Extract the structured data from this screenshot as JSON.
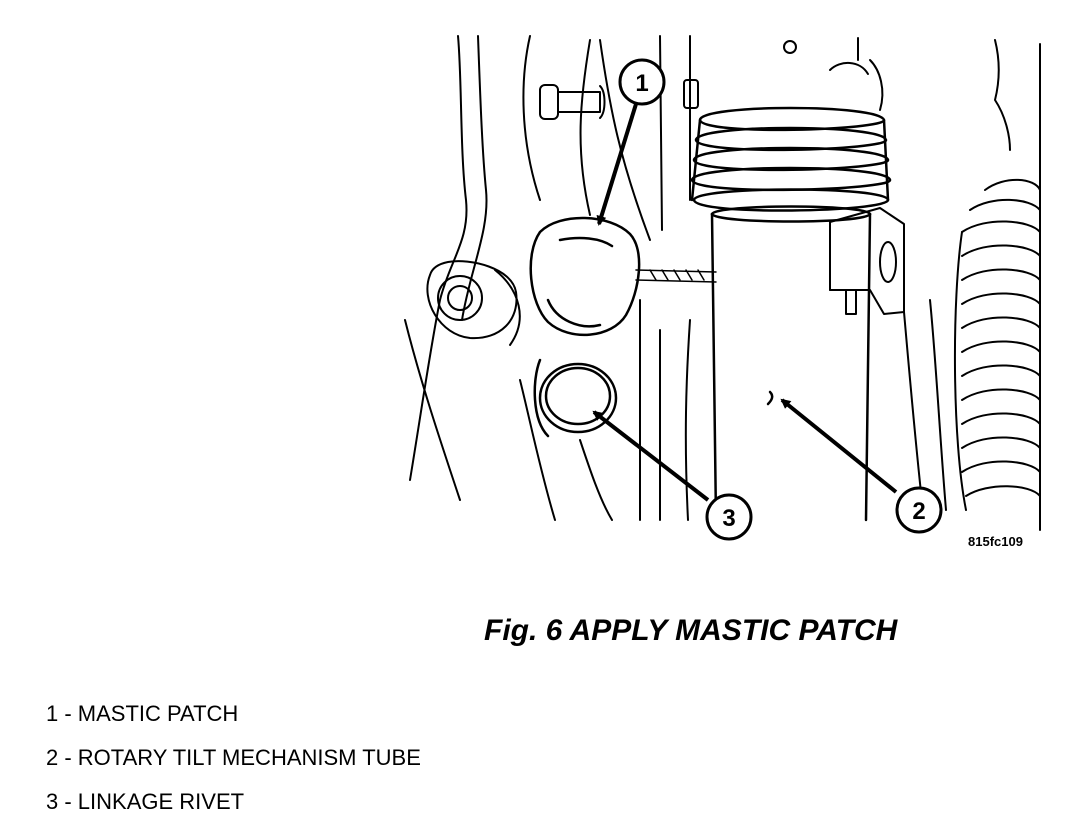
{
  "figure": {
    "code": "815fc109",
    "caption": "Fig. 6 APPLY MASTIC PATCH"
  },
  "callouts": [
    {
      "number": "1"
    },
    {
      "number": "2"
    },
    {
      "number": "3"
    }
  ],
  "legend": [
    {
      "text": "1 - MASTIC PATCH"
    },
    {
      "text": "2 - ROTARY TILT MECHANISM TUBE"
    },
    {
      "text": "3 - LINKAGE RIVET"
    }
  ]
}
